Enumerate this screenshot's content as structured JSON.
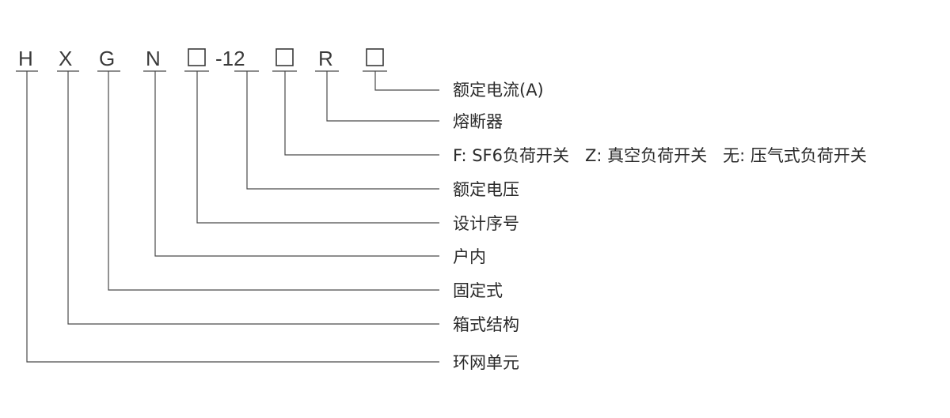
{
  "model_code": {
    "segments": [
      {
        "kind": "char",
        "text": "H"
      },
      {
        "kind": "char",
        "text": "X"
      },
      {
        "kind": "char",
        "text": "G"
      },
      {
        "kind": "char",
        "text": "N"
      },
      {
        "kind": "box",
        "text": ""
      },
      {
        "kind": "char",
        "text": "-12"
      },
      {
        "kind": "box",
        "text": ""
      },
      {
        "kind": "char",
        "text": "R"
      },
      {
        "kind": "box",
        "text": ""
      }
    ]
  },
  "descriptions": [
    {
      "label": "额定电流(A)",
      "segment": 8
    },
    {
      "label": "熔断器",
      "segment": 7
    },
    {
      "label": "F: SF6负荷开关   Z: 真空负荷开关   无: 压气式负荷开关",
      "segment": 6
    },
    {
      "label": "额定电压",
      "segment": 5
    },
    {
      "label": "设计序号",
      "segment": 4
    },
    {
      "label": "户内",
      "segment": 3
    },
    {
      "label": "固定式",
      "segment": 2
    },
    {
      "label": "箱式结构",
      "segment": 1
    },
    {
      "label": "环网单元",
      "segment": 0
    }
  ]
}
